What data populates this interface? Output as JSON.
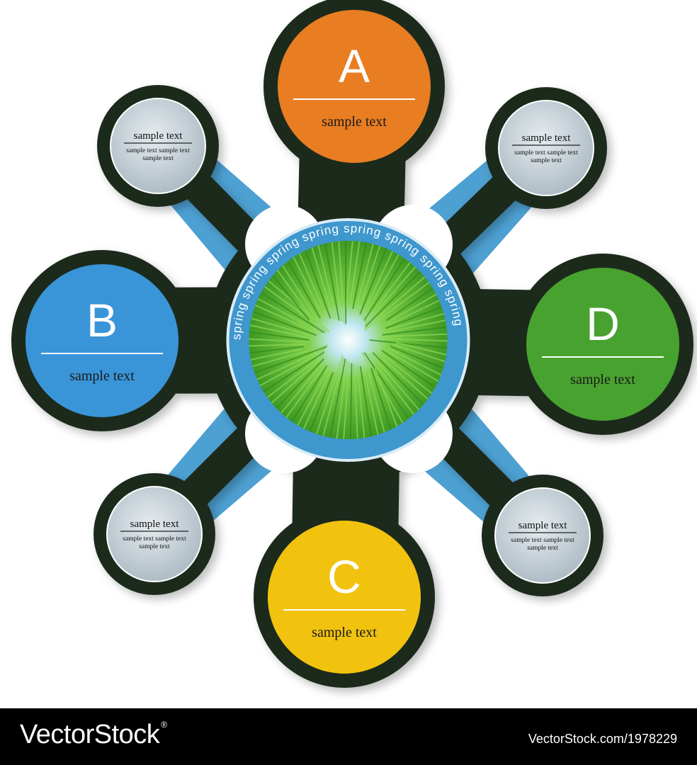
{
  "main_nodes": [
    {
      "letter": "A",
      "text": "sample text",
      "color": "#e87d22"
    },
    {
      "letter": "B",
      "text": "sample text",
      "color": "#3a95d8"
    },
    {
      "letter": "C",
      "text": "sample text",
      "color": "#f1c30f"
    },
    {
      "letter": "D",
      "text": "sample text",
      "color": "#48a22f"
    }
  ],
  "satellites": [
    {
      "title": "sample text",
      "line1": "sample text    sample text",
      "line2": "sample text"
    },
    {
      "title": "sample text",
      "line1": "sample text    sample text",
      "line2": "sample text"
    },
    {
      "title": "sample text",
      "line1": "sample text    sample text",
      "line2": "sample text"
    },
    {
      "title": "sample text",
      "line1": "sample text    sample text",
      "line2": "sample text"
    }
  ],
  "center": {
    "ring_words": [
      "spring",
      "spring",
      "spring",
      "spring",
      "spring",
      "spring",
      "spring",
      "spring"
    ],
    "ring_color": "#3e97cd",
    "grass_color": "#55b52e"
  },
  "colors": {
    "frame": "#1b2a1c",
    "connector": "#4da0d2",
    "satellite_face": "#c8d3da"
  },
  "watermark": {
    "brand": "VectorStock",
    "reg": "®",
    "stock_id": "VectorStock.com/1978229"
  }
}
